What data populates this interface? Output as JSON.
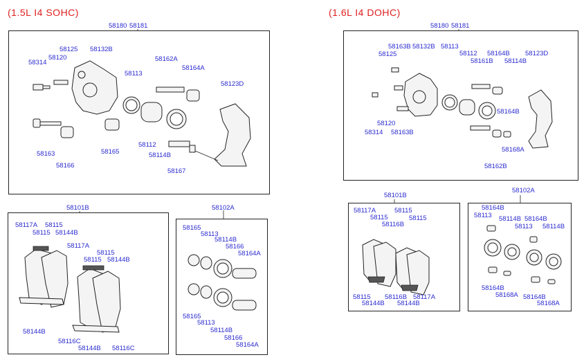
{
  "titles": {
    "left": "(1.5L  I4  SOHC)",
    "right": "(1.6L  I4  DOHC)"
  },
  "left_main": [
    "58180",
    "58181",
    "58125",
    "58120",
    "58314",
    "58132B",
    "58113",
    "58162A",
    "58164A",
    "58123D",
    "58163",
    "58166",
    "58165",
    "58112",
    "58114B",
    "58167"
  ],
  "left_pad": [
    "58101B",
    "58117A",
    "58115",
    "58115",
    "58144B",
    "58117A",
    "58115",
    "58115",
    "58144B",
    "58144B",
    "58116C",
    "58144B",
    "58116C"
  ],
  "left_seal": [
    "58102A",
    "58165",
    "58113",
    "58114B",
    "58166",
    "58164A",
    "58165",
    "58113",
    "58114B",
    "58166",
    "58164A"
  ],
  "right_main": [
    "58180",
    "58181",
    "58163B",
    "58125",
    "58132B",
    "58113",
    "58112",
    "58164B",
    "58123D",
    "58161B",
    "58114B",
    "58164B",
    "58120",
    "58314",
    "58163B",
    "58168A",
    "58162B"
  ],
  "right_pad": [
    "58101B",
    "58117A",
    "58115",
    "58115",
    "58116B",
    "58115",
    "58115",
    "58144B",
    "58116B",
    "58117A",
    "58144B"
  ],
  "right_seal": [
    "58102A",
    "58164B",
    "58113",
    "58114B",
    "58164B",
    "58113",
    "58114B",
    "58164B",
    "58168A",
    "58164B",
    "58168A"
  ]
}
